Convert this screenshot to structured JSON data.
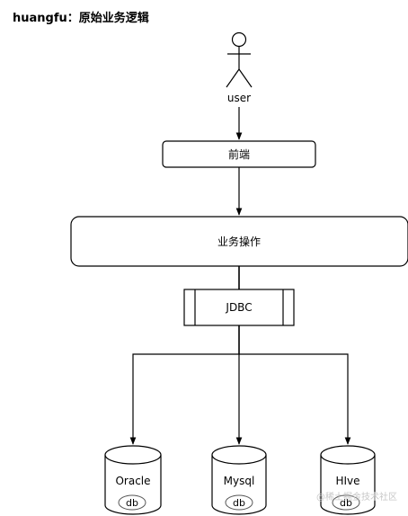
{
  "title": "huangfu：原始业务逻辑",
  "nodes": {
    "user": {
      "label": "user"
    },
    "frontend": {
      "label": "前端"
    },
    "business": {
      "label": "业务操作"
    },
    "jdbc": {
      "label": "JDBC"
    },
    "databases": [
      {
        "name": "Oracle",
        "tag": "db"
      },
      {
        "name": "Mysql",
        "tag": "db"
      },
      {
        "name": "HIve",
        "tag": "db"
      }
    ]
  },
  "watermark": "@稀土掘金技术社区"
}
